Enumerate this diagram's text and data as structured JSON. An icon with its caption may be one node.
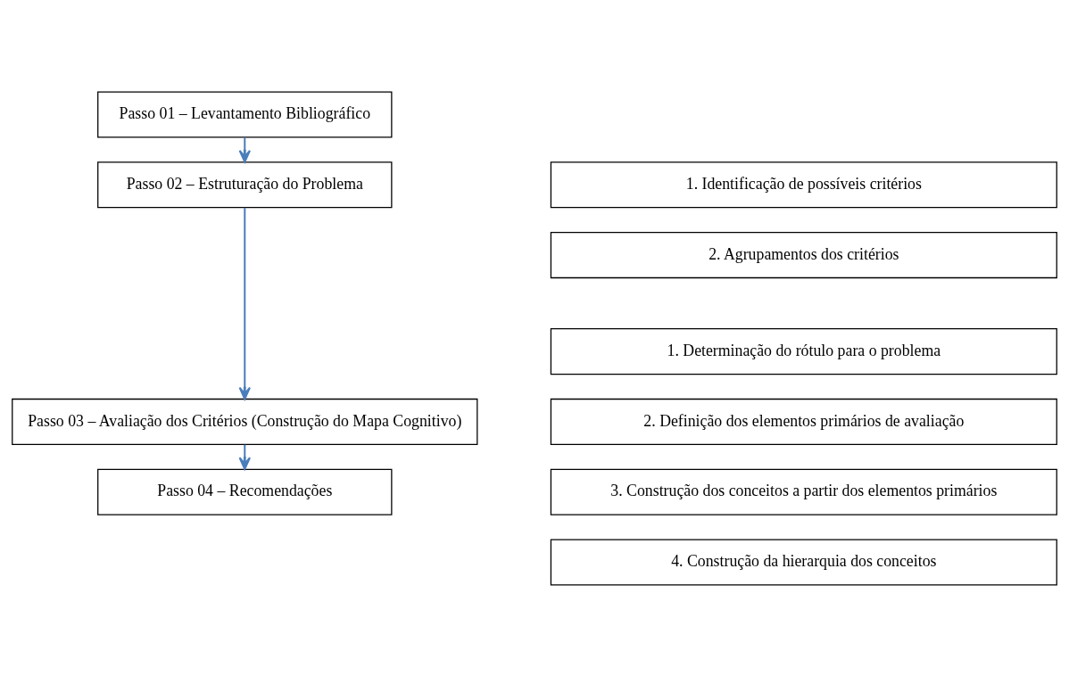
{
  "diagram": {
    "nodes": [
      {
        "text": [
          "Passo 01 – Levantamento Bibliográfico"
        ]
      },
      {
        "text": [
          "Passo 02 – Estruturação do Problema"
        ]
      },
      {
        "text": [
          "1. Identificação de possíveis critérios"
        ]
      },
      {
        "text": [
          "2. Agrupamentos dos critérios"
        ]
      },
      {
        "text": [
          "Passo 03 – Avaliação dos Critérios (Construção do Mapa Cognitivo)"
        ]
      },
      {
        "text": [
          "1. Determinação do rótulo para o problema"
        ]
      },
      {
        "text": [
          "2. Definição dos elementos primários de avaliação"
        ]
      },
      {
        "text": [
          "3. Construção dos conceitos a partir dos elementos primários"
        ]
      },
      {
        "text": [
          "4. Construção da hierarquia dos conceitos"
        ]
      },
      {
        "text": [
          "Passo 04 – Recomendações"
        ]
      }
    ],
    "edges": [
      {
        "from": 0,
        "to": 1,
        "arrow": "to"
      },
      {
        "from": 1,
        "to": 4,
        "arrow": "to"
      },
      {
        "from": 4,
        "to": 9,
        "arrow": "to"
      }
    ]
  }
}
